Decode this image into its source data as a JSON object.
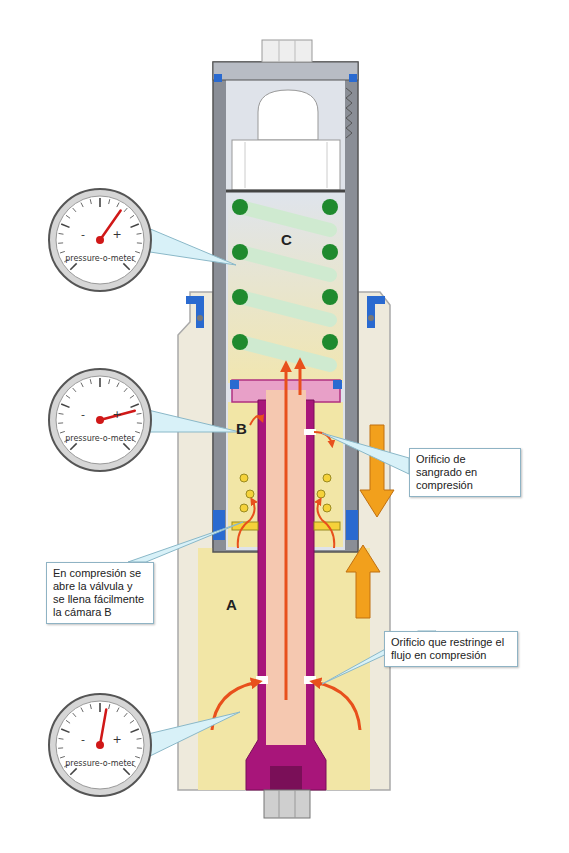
{
  "diagram": {
    "nodes": [
      {
        "text": [
          "-",
          "+",
          "pressure-o-meter"
        ]
      },
      {
        "text": [
          "-",
          "+",
          "pressure-o-meter"
        ]
      },
      {
        "text": [
          "Orificio de sangrado en compresión"
        ]
      },
      {
        "text": [
          "En compresión se abre la válvula y se llena fácilmente la cámara B"
        ]
      },
      {
        "text": [
          "Orificio que restringe el flujo en compresión"
        ]
      },
      {
        "text": [
          "-",
          "+",
          "pressure-o-meter"
        ]
      }
    ],
    "labels": [
      "C",
      "B",
      "A"
    ]
  }
}
